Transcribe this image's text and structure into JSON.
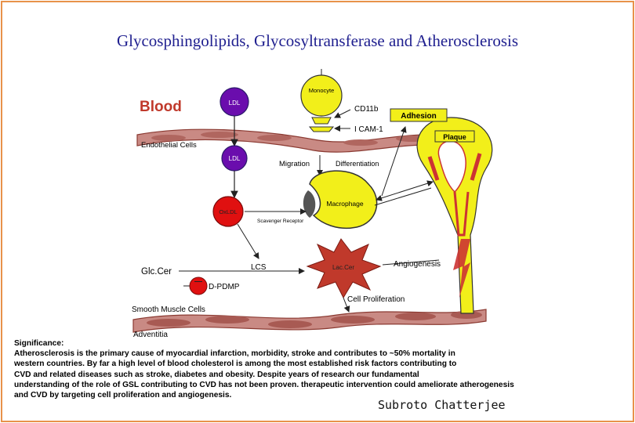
{
  "title": "Glycosphingolipids, Glycosyltransferase and Atherosclerosis",
  "diagram": {
    "blood": "Blood",
    "ldl_top": "LDL",
    "monocyte": "Monocyte",
    "cd11b": "CD11b",
    "adhesion": "Adhesion",
    "icam": "I CAM-1",
    "plaque": "Plaque",
    "endothelial": "Endothelial Cells",
    "ldl_mid": "LDL",
    "migration": "Migration",
    "differentiation": "Differentiation",
    "macrophage": "Macrophage",
    "oxldl": "OxLDL",
    "scavenger": "Scavenger Receptor",
    "lacer": "Lac.Cer",
    "angiogenesis": "Angiogenesis",
    "glccer": "Glc.Cer",
    "lcs": "LCS",
    "minus": "—",
    "dpdmp": "D-PDMP",
    "cell_prolif": "Cell Proliferation",
    "smooth_muscle": "Smooth Muscle Cells",
    "adventitia": "Adventitia"
  },
  "significance": {
    "heading": "Significance:",
    "lines": [
      "Atherosclerosis is the primary cause of myocardial infarction, morbidity, stroke and contributes to ~50% mortality in",
      "western countries. By far a high level of blood cholesterol is among the most established risk factors contributing to",
      "CVD and related diseases such as stroke, diabetes and obesity. Despite years of research our fundamental",
      "understanding of the role of GSL contributing to CVD has not been proven. therapeutic intervention could ameliorate atherogenesis",
      "and CVD by targeting cell proliferation and angiogenesis."
    ]
  },
  "author": "Subroto Chatterjee",
  "colors": {
    "title": "#1f1f8f",
    "frame": "#e8924a",
    "blood": "#c0392b",
    "ldl": "#6a0dad",
    "oxldl": "#e01010",
    "yellow": "#f2ef1a",
    "cell": "#a0524a",
    "cell_fill": "#c98a84",
    "lacer": "#c0392b"
  }
}
